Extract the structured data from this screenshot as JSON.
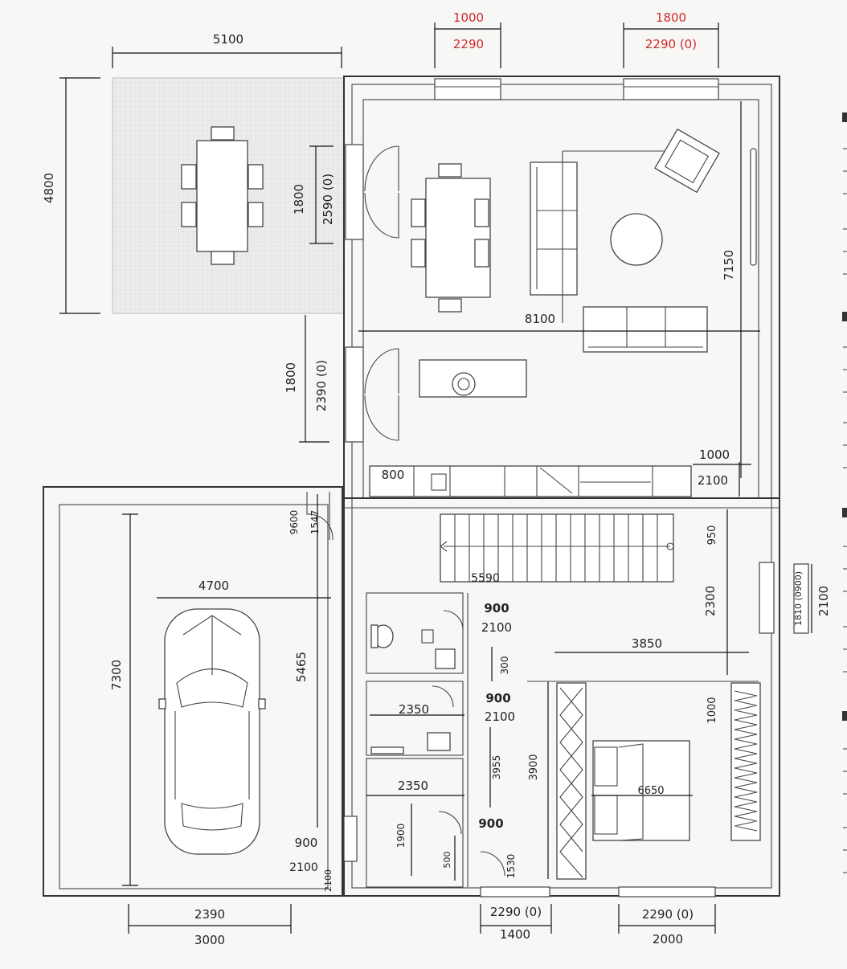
{
  "plan": {
    "top_window_1": {
      "width": "1000",
      "height": "2290"
    },
    "top_window_2": {
      "width": "1800",
      "height": "2290 (0)"
    },
    "terrace": {
      "width": "5100",
      "depth": "4800"
    },
    "terrace_door": {
      "width": "1800",
      "height": "2590 (0)"
    },
    "living_door": {
      "width": "1800",
      "height": "2390 (0)"
    },
    "living_width": "8100",
    "living_depth": "7150",
    "kitchen_sink": "800",
    "hall_door": {
      "width": "1000",
      "height": "2100"
    },
    "garage_door": {
      "width": "9600",
      "height": "1547"
    },
    "garage_width": "4700",
    "garage_depth": "7300",
    "garage_side": "5465",
    "stair_length": "5590",
    "stair_side": "950",
    "hall_height": "2300",
    "window_right": {
      "label": "1810 (0900)",
      "height": "2100"
    },
    "wc_door": {
      "width": "900",
      "height": "2100"
    },
    "bath_door": {
      "width": "900",
      "height": "2100"
    },
    "wc_small": "300",
    "bath_width": "2350",
    "laundry_width": "2350",
    "corridor_len_1": "3955",
    "corridor_len_2": "3900",
    "laundry_depth": "1900",
    "laundry_door": "900",
    "closet_small": "500",
    "closet_door": "1530",
    "bedroom_width": "3850",
    "bedroom_door": "1000",
    "bedroom_bed": "6650",
    "entry_door": {
      "width": "900",
      "height": "2100",
      "side": "2100"
    },
    "bottom_garage": {
      "top": "2390",
      "bottom": "3000"
    },
    "bottom_mid": {
      "top": "2290 (0)",
      "bottom": "1400"
    },
    "bottom_right": {
      "top": "2290 (0)",
      "bottom": "2000"
    }
  },
  "colors": {
    "accent_red": "#d42a2a",
    "line": "#333333",
    "terrace_fill": "#ececec"
  }
}
